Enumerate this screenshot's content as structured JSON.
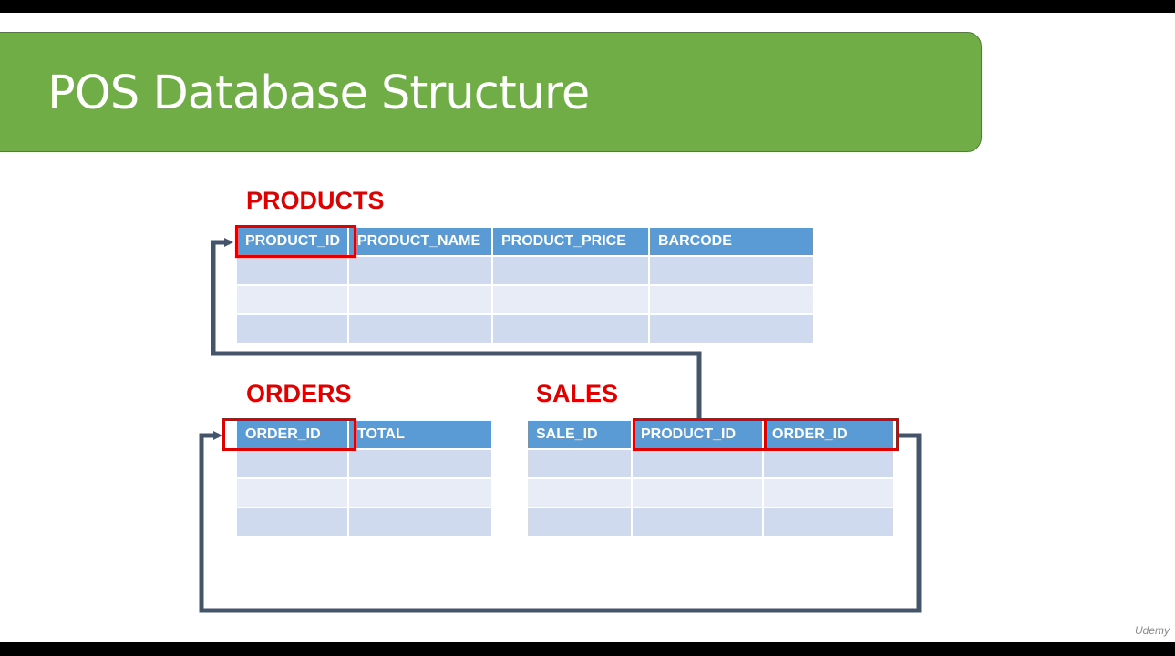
{
  "slide": {
    "title": "POS Database Structure"
  },
  "tables": {
    "products": {
      "label": "PRODUCTS",
      "columns": [
        "PRODUCT_ID",
        "PRODUCT_NAME",
        "PRODUCT_PRICE",
        "BARCODE"
      ],
      "empty_rows": 3
    },
    "orders": {
      "label": "ORDERS",
      "columns": [
        "ORDER_ID",
        "TOTAL"
      ],
      "empty_rows": 3
    },
    "sales": {
      "label": "SALES",
      "columns": [
        "SALE_ID",
        "PRODUCT_ID",
        "ORDER_ID"
      ],
      "empty_rows": 3
    }
  },
  "relationships": [
    {
      "from": "sales.PRODUCT_ID",
      "to": "products.PRODUCT_ID"
    },
    {
      "from": "sales.ORDER_ID",
      "to": "orders.ORDER_ID"
    }
  ],
  "colors": {
    "banner": "#70AD47",
    "header": "#5B9BD5",
    "row_dark": "#CFDAEE",
    "row_light": "#E8ECF6",
    "key_highlight": "#E00000",
    "connector": "#44546A"
  },
  "watermark": "Udemy"
}
